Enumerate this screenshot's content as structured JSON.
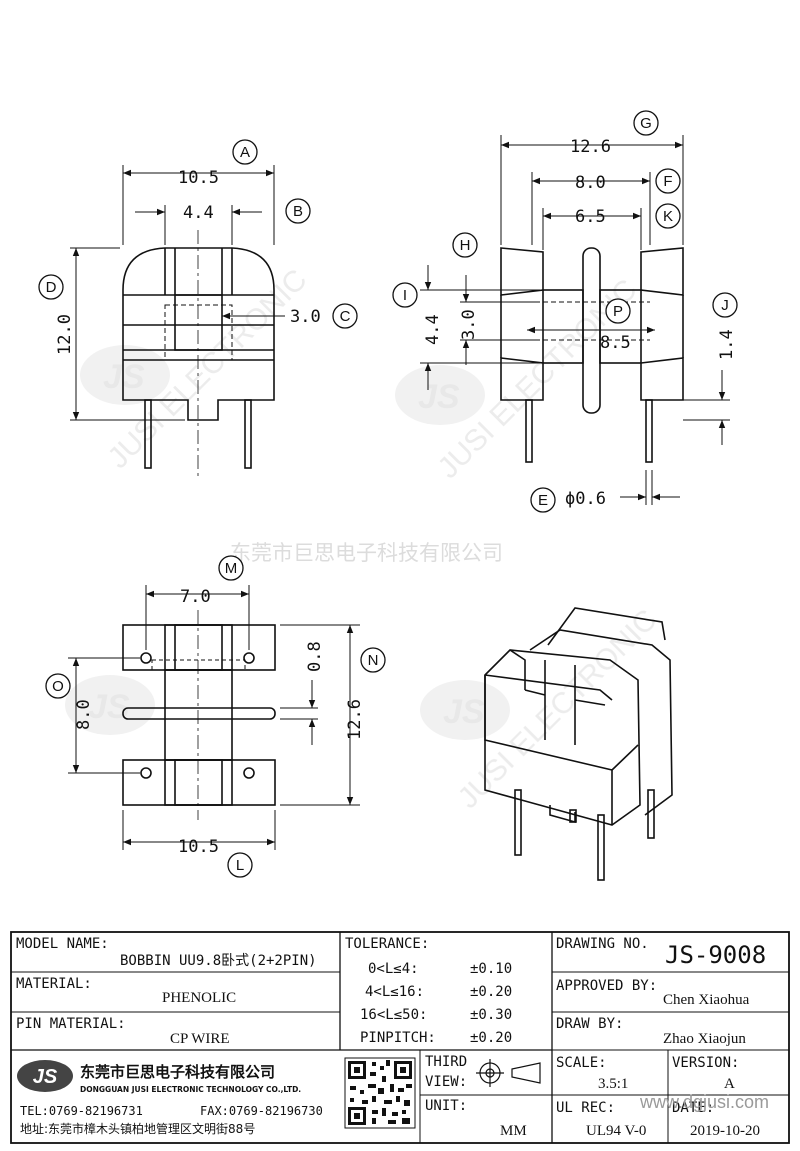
{
  "watermark": {
    "line": "东莞市巨思电子科技有限公司",
    "brand": "JUSI ELECTRONIC",
    "logo": "JS"
  },
  "front_view": {
    "A": "10.5",
    "B": "4.4",
    "C": "3.0",
    "D": "12.0"
  },
  "side_view": {
    "G": "12.6",
    "F": "8.0",
    "K": "6.5",
    "I": "4.4",
    "H": "3.0",
    "P": "8.5",
    "J": "1.4",
    "E": "ϕ0.6"
  },
  "bottom_view": {
    "M": "7.0",
    "O": "8.0",
    "L": "10.5",
    "N": "12.6",
    "pin_gap": "0.8"
  },
  "bubbles": [
    "A",
    "B",
    "C",
    "D",
    "G",
    "F",
    "K",
    "H",
    "I",
    "P",
    "J",
    "E",
    "M",
    "O",
    "N",
    "L"
  ],
  "title_block": {
    "model_name_label": "MODEL NAME:",
    "model_name": "BOBBIN UU9.8卧式(2+2PIN)",
    "material_label": "MATERIAL:",
    "material": "PHENOLIC",
    "pin_material_label": "PIN MATERIAL:",
    "pin_material": "CP WIRE",
    "tolerance_label": "TOLERANCE:",
    "tolerances": [
      {
        "range": "0<L≤4:",
        "value": "±0.10"
      },
      {
        "range": "4<L≤16:",
        "value": "±0.20"
      },
      {
        "range": "16<L≤50:",
        "value": "±0.30"
      },
      {
        "range": "PINPITCH:",
        "value": "±0.20"
      }
    ],
    "third_view_label_1": "THIRD",
    "third_view_label_2": "VIEW:",
    "unit_label": "UNIT:",
    "unit": "MM",
    "drawing_no_label": "DRAWING NO.",
    "drawing_no": "JS-9008",
    "approved_by_label": "APPROVED BY:",
    "approved_by": "Chen Xiaohua",
    "draw_by_label": "DRAW BY:",
    "draw_by": "Zhao Xiaojun",
    "scale_label": "SCALE:",
    "scale": "3.5:1",
    "version_label": "VERSION:",
    "version": "A",
    "ul_rec_label": "UL REC:",
    "ul_rec": "UL94 V-0",
    "date_label": "DATE:",
    "date": "2019-10-20",
    "company_logo": "JS",
    "company_cn": "东莞市巨思电子科技有限公司",
    "company_en": "DONGGUAN JUSI ELECTRONIC TECHNOLOGY CO.,LTD.",
    "tel": "TEL:0769-82196731",
    "fax": "FAX:0769-82196730",
    "address": "地址:东莞市樟木头镇柏地管理区文明街88号",
    "website": "www.dgjusi.com"
  }
}
